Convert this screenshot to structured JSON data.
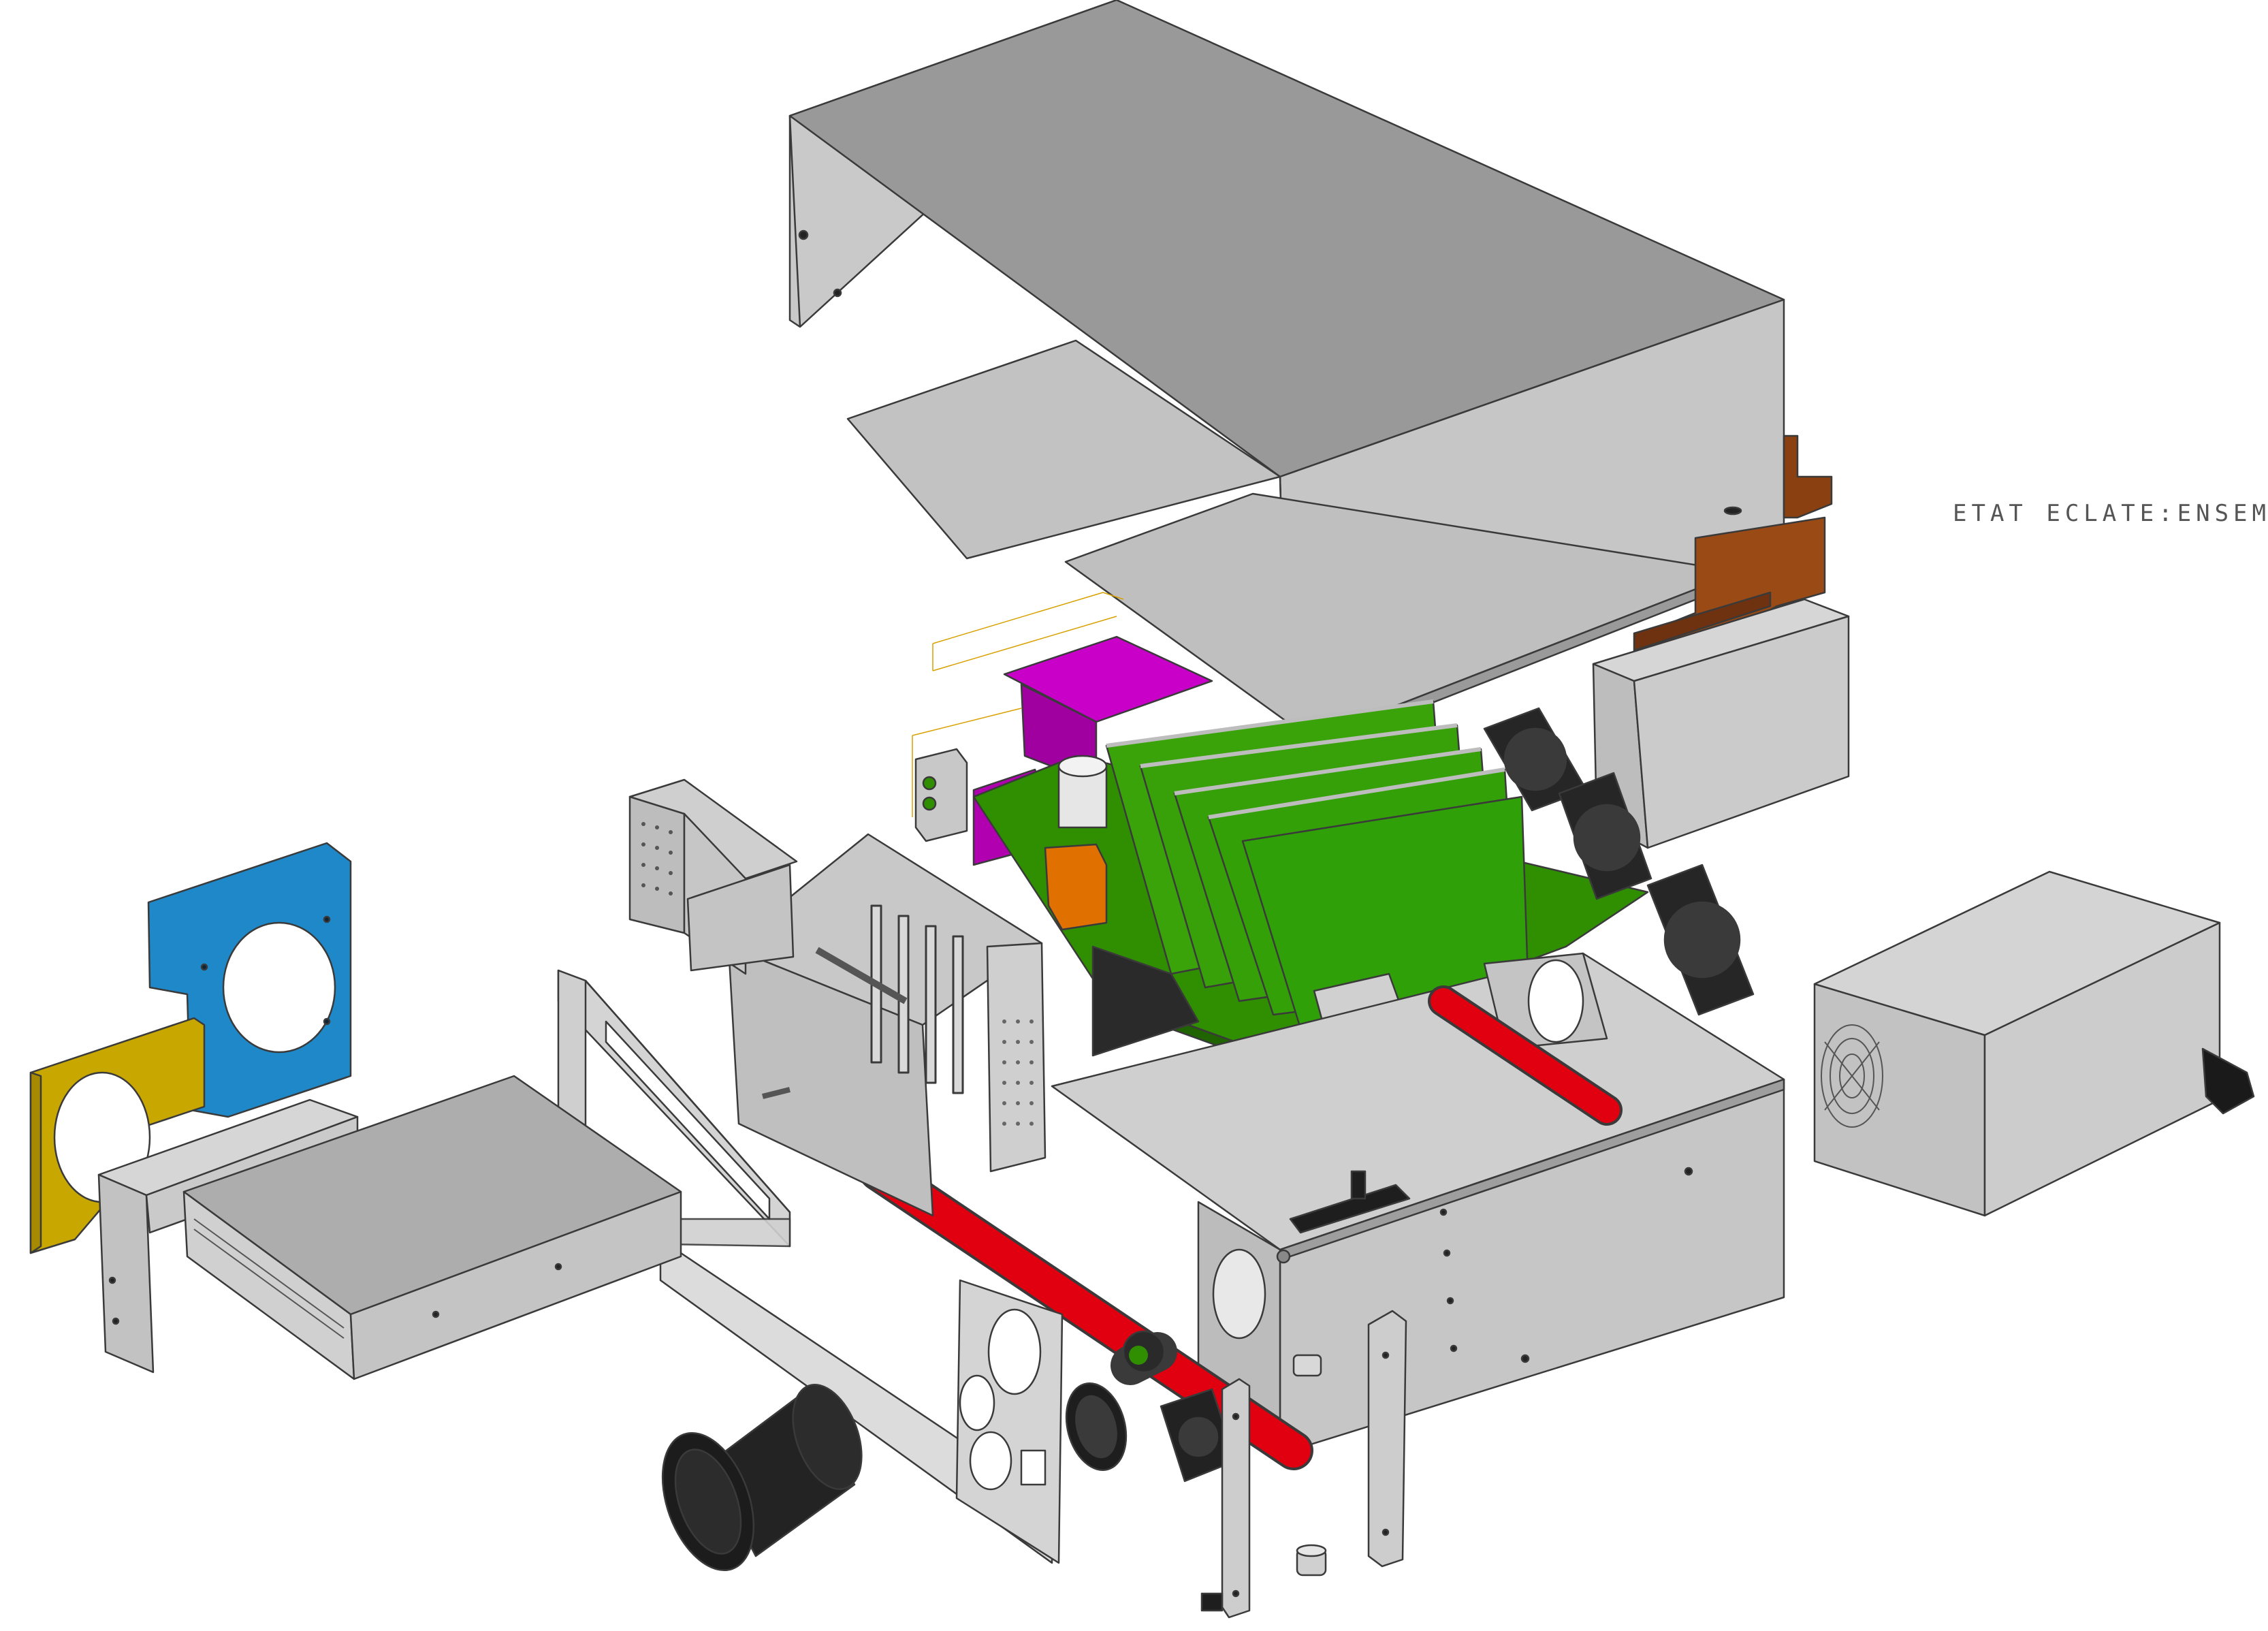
{
  "drawing": {
    "state_label": "ETAT ECLATE:ENSEMBLE"
  },
  "colors": {
    "background": "#ffffff",
    "sheet_metal": "#c4c4c4",
    "sheet_metal_light": "#d4d4d4",
    "sheet_metal_dark": "#999999",
    "edge": "#3a3a3a",
    "pcb_green": "#2f8f00",
    "pcb_green_light": "#3aa30a",
    "magenta_bracket": "#b400b4",
    "blue_bracket": "#1e88c8",
    "yellow_bracket": "#c8a800",
    "orange_part": "#e07000",
    "brown_bracket": "#8a4010",
    "red_tube": "#e00010",
    "fan_black": "#262626",
    "label_gray": "#555555"
  },
  "parts": [
    {
      "name": "top-cover",
      "color": "sheet_metal"
    },
    {
      "name": "top-plate-left",
      "color": "sheet_metal_light"
    },
    {
      "name": "top-plate-right",
      "color": "sheet_metal_light"
    },
    {
      "name": "rear-brown-bracket",
      "color": "brown_bracket"
    },
    {
      "name": "rear-shield-box",
      "color": "sheet_metal"
    },
    {
      "name": "magenta-bracket",
      "color": "magenta_bracket"
    },
    {
      "name": "mainboard",
      "color": "pcb_green"
    },
    {
      "name": "expansion-cards",
      "color": "pcb_green_light"
    },
    {
      "name": "rear-fans",
      "color": "fan_black"
    },
    {
      "name": "power-supply",
      "color": "sheet_metal"
    },
    {
      "name": "chassis-base",
      "color": "sheet_metal"
    },
    {
      "name": "red-tube",
      "color": "red_tube"
    },
    {
      "name": "front-panel-frame",
      "color": "sheet_metal_light"
    },
    {
      "name": "card-cage",
      "color": "sheet_metal"
    },
    {
      "name": "perforated-bracket",
      "color": "sheet_metal"
    },
    {
      "name": "blue-bracket",
      "color": "blue_bracket"
    },
    {
      "name": "yellow-bracket",
      "color": "yellow_bracket"
    },
    {
      "name": "optical-drive",
      "color": "sheet_metal_dark"
    },
    {
      "name": "drive-bezel",
      "color": "sheet_metal"
    },
    {
      "name": "front-face-plate",
      "color": "sheet_metal_light"
    },
    {
      "name": "black-port-tube",
      "color": "fan_black"
    },
    {
      "name": "black-ring",
      "color": "fan_black"
    },
    {
      "name": "front-fan",
      "color": "fan_black"
    },
    {
      "name": "side-rail-left",
      "color": "sheet_metal"
    },
    {
      "name": "side-rail-right",
      "color": "sheet_metal"
    },
    {
      "name": "spacers",
      "color": "sheet_metal_dark"
    }
  ]
}
